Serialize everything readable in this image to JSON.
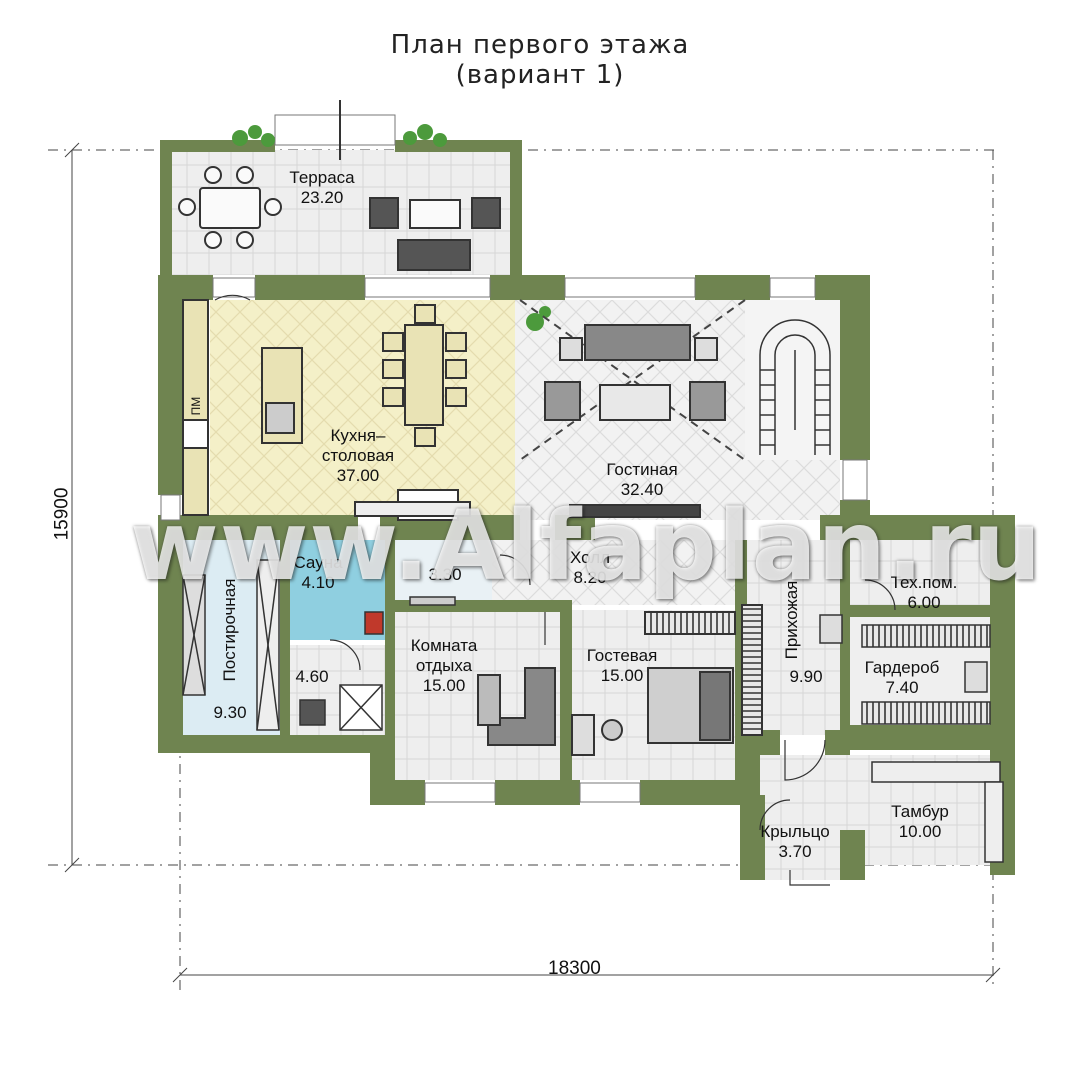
{
  "title": {
    "line1": "План первого этажа",
    "line2": "(вариант 1)"
  },
  "dimensions": {
    "width": "18300",
    "height": "15900"
  },
  "rooms": {
    "terrace": {
      "name": "Терраса",
      "area": "23.20"
    },
    "kitchen": {
      "name1": "Кухня–",
      "name2": "столовая",
      "area": "37.00"
    },
    "living": {
      "name": "Гостиная",
      "area": "32.40"
    },
    "sauna": {
      "name": "Сауна",
      "area": "4.10"
    },
    "bath": {
      "area": "3.30"
    },
    "hall": {
      "name": "Холл",
      "area": "8.20"
    },
    "laundry": {
      "name": "Постирочная",
      "area": "9.30"
    },
    "shower": {
      "area": "4.60"
    },
    "rest": {
      "name1": "Комната",
      "name2": "отдыха",
      "area": "15.00"
    },
    "guest": {
      "name": "Гостевая",
      "area": "15.00"
    },
    "entrance": {
      "name": "Прихожая",
      "area": "9.90"
    },
    "tech": {
      "name": "Тех.пом.",
      "area": "6.00"
    },
    "wardrobe": {
      "name": "Гардероб",
      "area": "7.40"
    },
    "vestibule": {
      "name": "Тамбур",
      "area": "10.00"
    },
    "porch": {
      "name": "Крыльцо",
      "area": "3.70"
    }
  },
  "appliances": {
    "dishwasher": "ПМ"
  },
  "watermark": "www.Alfaplan.ru",
  "colors": {
    "wall": "#6f8450",
    "kitchen_floor": "#f3efc4",
    "tile_floor": "#ececec",
    "sauna": "#8fcfe0",
    "laundry": "#dcecf3"
  }
}
